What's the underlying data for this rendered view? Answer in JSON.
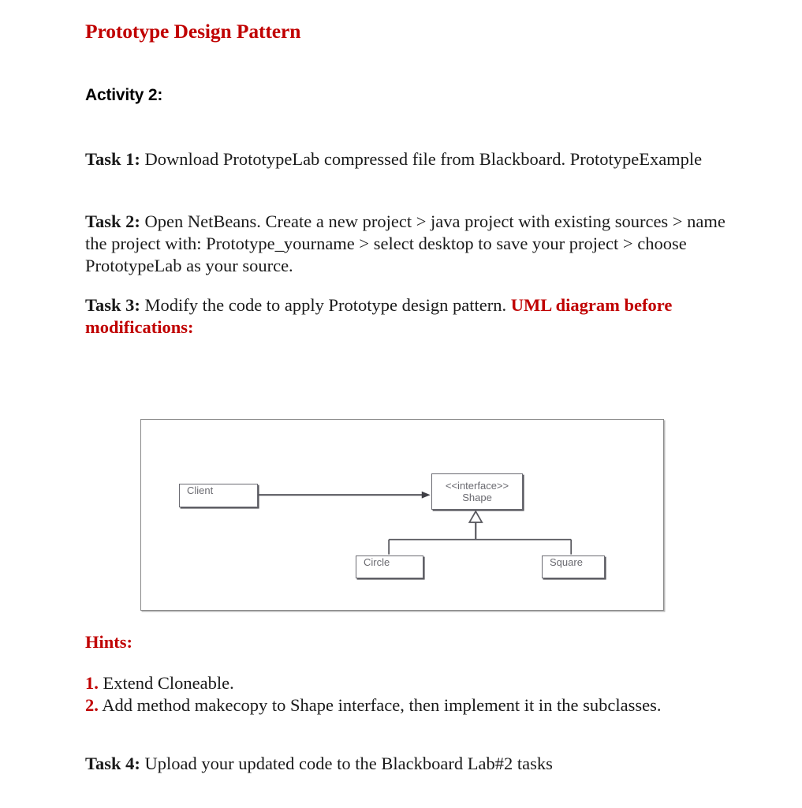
{
  "document": {
    "title": "Prototype Design Pattern",
    "activity_heading": "Activity 2:"
  },
  "tasks": [
    {
      "lead": "Task 1:",
      "body": " Download PrototypeLab compressed file from Blackboard. PrototypeExample"
    },
    {
      "lead": "Task 2:",
      "body": " Open NetBeans. Create a new project > java project with existing sources > name the project with: Prototype_yourname > select desktop to save your project > choose PrototypeLab as your source."
    },
    {
      "lead": "Task 3:",
      "body": " Modify the code to apply Prototype design pattern. ",
      "emphasis": "UML diagram before modifications:"
    },
    {
      "lead": "Task 4:",
      "body": " Upload your updated code to the Blackboard Lab#2 tasks"
    }
  ],
  "uml_diagram": {
    "client_label": "Client",
    "interface_stereotype": "<<interface>>",
    "interface_name": "Shape",
    "circle_label": "Circle",
    "square_label": "Square"
  },
  "hints": {
    "heading": "Hints:",
    "items": [
      {
        "number": "1.",
        "text": " Extend Cloneable."
      },
      {
        "number": "2.",
        "text": " Add method makecopy to Shape interface, then implement it in the subclasses."
      }
    ]
  },
  "colors": {
    "accent_red": "#C00000",
    "body_text": "#1a1a1a",
    "diagram_stroke": "#6b6b72",
    "frame_stroke": "#8a8a8a"
  }
}
